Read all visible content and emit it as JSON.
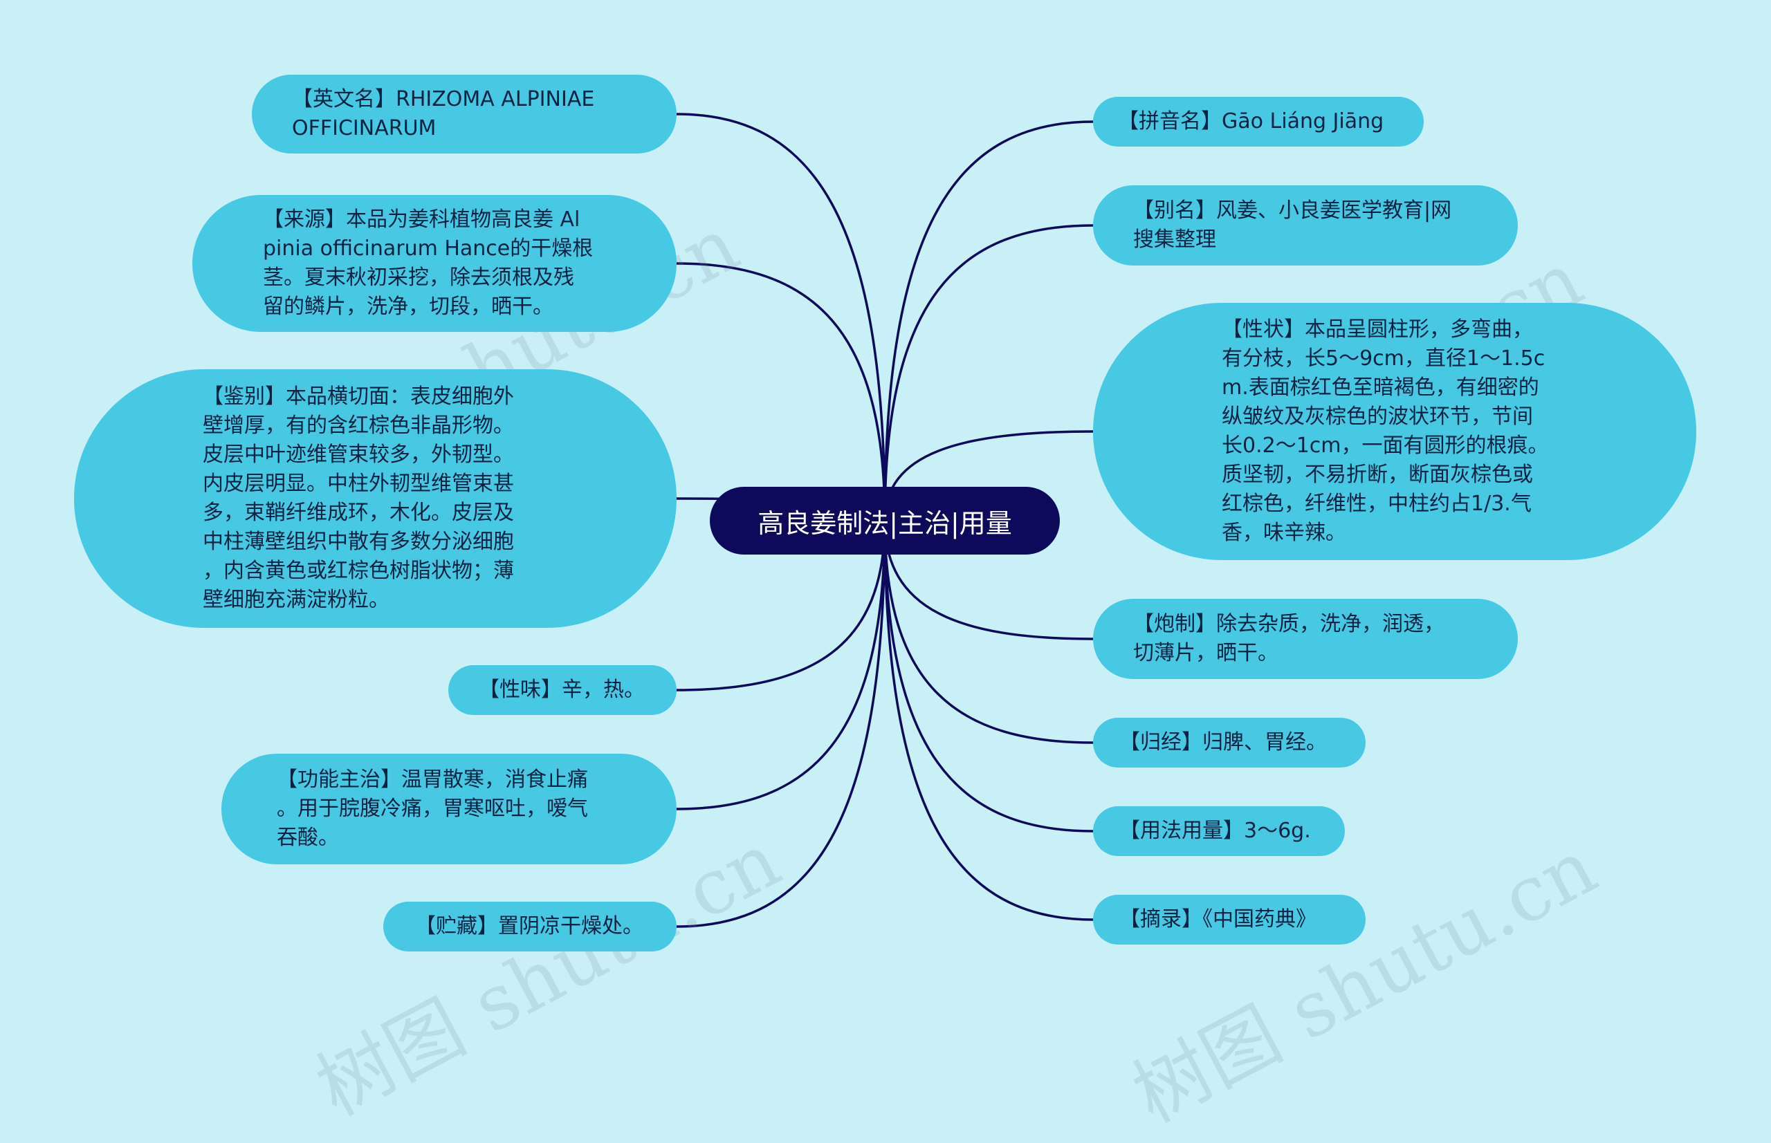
{
  "center": {
    "label": "高良姜制法|主治|用量"
  },
  "left_nodes": [
    {
      "id": "english-name",
      "text": "【英文名】RHIZOMA ALPINIAE\nOFFICINARUM"
    },
    {
      "id": "source",
      "text": "【来源】本品为姜科植物高良姜 Al\npinia officinarum Hance的干燥根\n茎。夏末秋初采挖，除去须根及残\n留的鳞片，洗净，切段，晒干。"
    },
    {
      "id": "identification",
      "text": "【鉴别】本品横切面：表皮细胞外\n壁增厚，有的含红棕色非晶形物。\n皮层中叶迹维管束较多，外韧型。\n内皮层明显。中柱外韧型维管束甚\n多，束鞘纤维成环，木化。皮层及\n中柱薄壁组织中散有多数分泌细胞\n，内含黄色或红棕色树脂状物；薄\n壁细胞充满淀粉粒。"
    },
    {
      "id": "taste",
      "text": "【性味】辛，热。"
    },
    {
      "id": "function",
      "text": "【功能主治】温胃散寒，消食止痛\n。用于脘腹冷痛，胃寒呕吐，嗳气\n吞酸。"
    },
    {
      "id": "storage",
      "text": "【贮藏】置阴凉干燥处。"
    }
  ],
  "right_nodes": [
    {
      "id": "pinyin",
      "text": "【拼音名】Gāo Liáng Jiāng"
    },
    {
      "id": "alias",
      "text": "【别名】风姜、小良姜医学教育|网\n搜集整理"
    },
    {
      "id": "description",
      "text": "【性状】本品呈圆柱形，多弯曲，\n有分枝，长5～9cm，直径1～1.5c\nm.表面棕红色至暗褐色，有细密的\n纵皱纹及灰棕色的波状环节，节间\n长0.2～1cm，一面有圆形的根痕。\n质坚韧，不易折断，断面灰棕色或\n红棕色，纤维性，中柱约占1/3.气\n香，味辛辣。"
    },
    {
      "id": "processing",
      "text": "【炮制】除去杂质，洗净，润透，\n切薄片，晒干。"
    },
    {
      "id": "meridian",
      "text": "【归经】归脾、胃经。"
    },
    {
      "id": "dosage",
      "text": "【用法用量】3～6g."
    },
    {
      "id": "excerpt",
      "text": "【摘录】《中国药典》"
    }
  ],
  "watermark": {
    "text": "树图 shutu.cn"
  },
  "colors": {
    "background": "#c9f0f7",
    "node": "#47c8e3",
    "center": "#0d0a5c",
    "link": "#0d0a5c",
    "text": "#0b2340"
  }
}
